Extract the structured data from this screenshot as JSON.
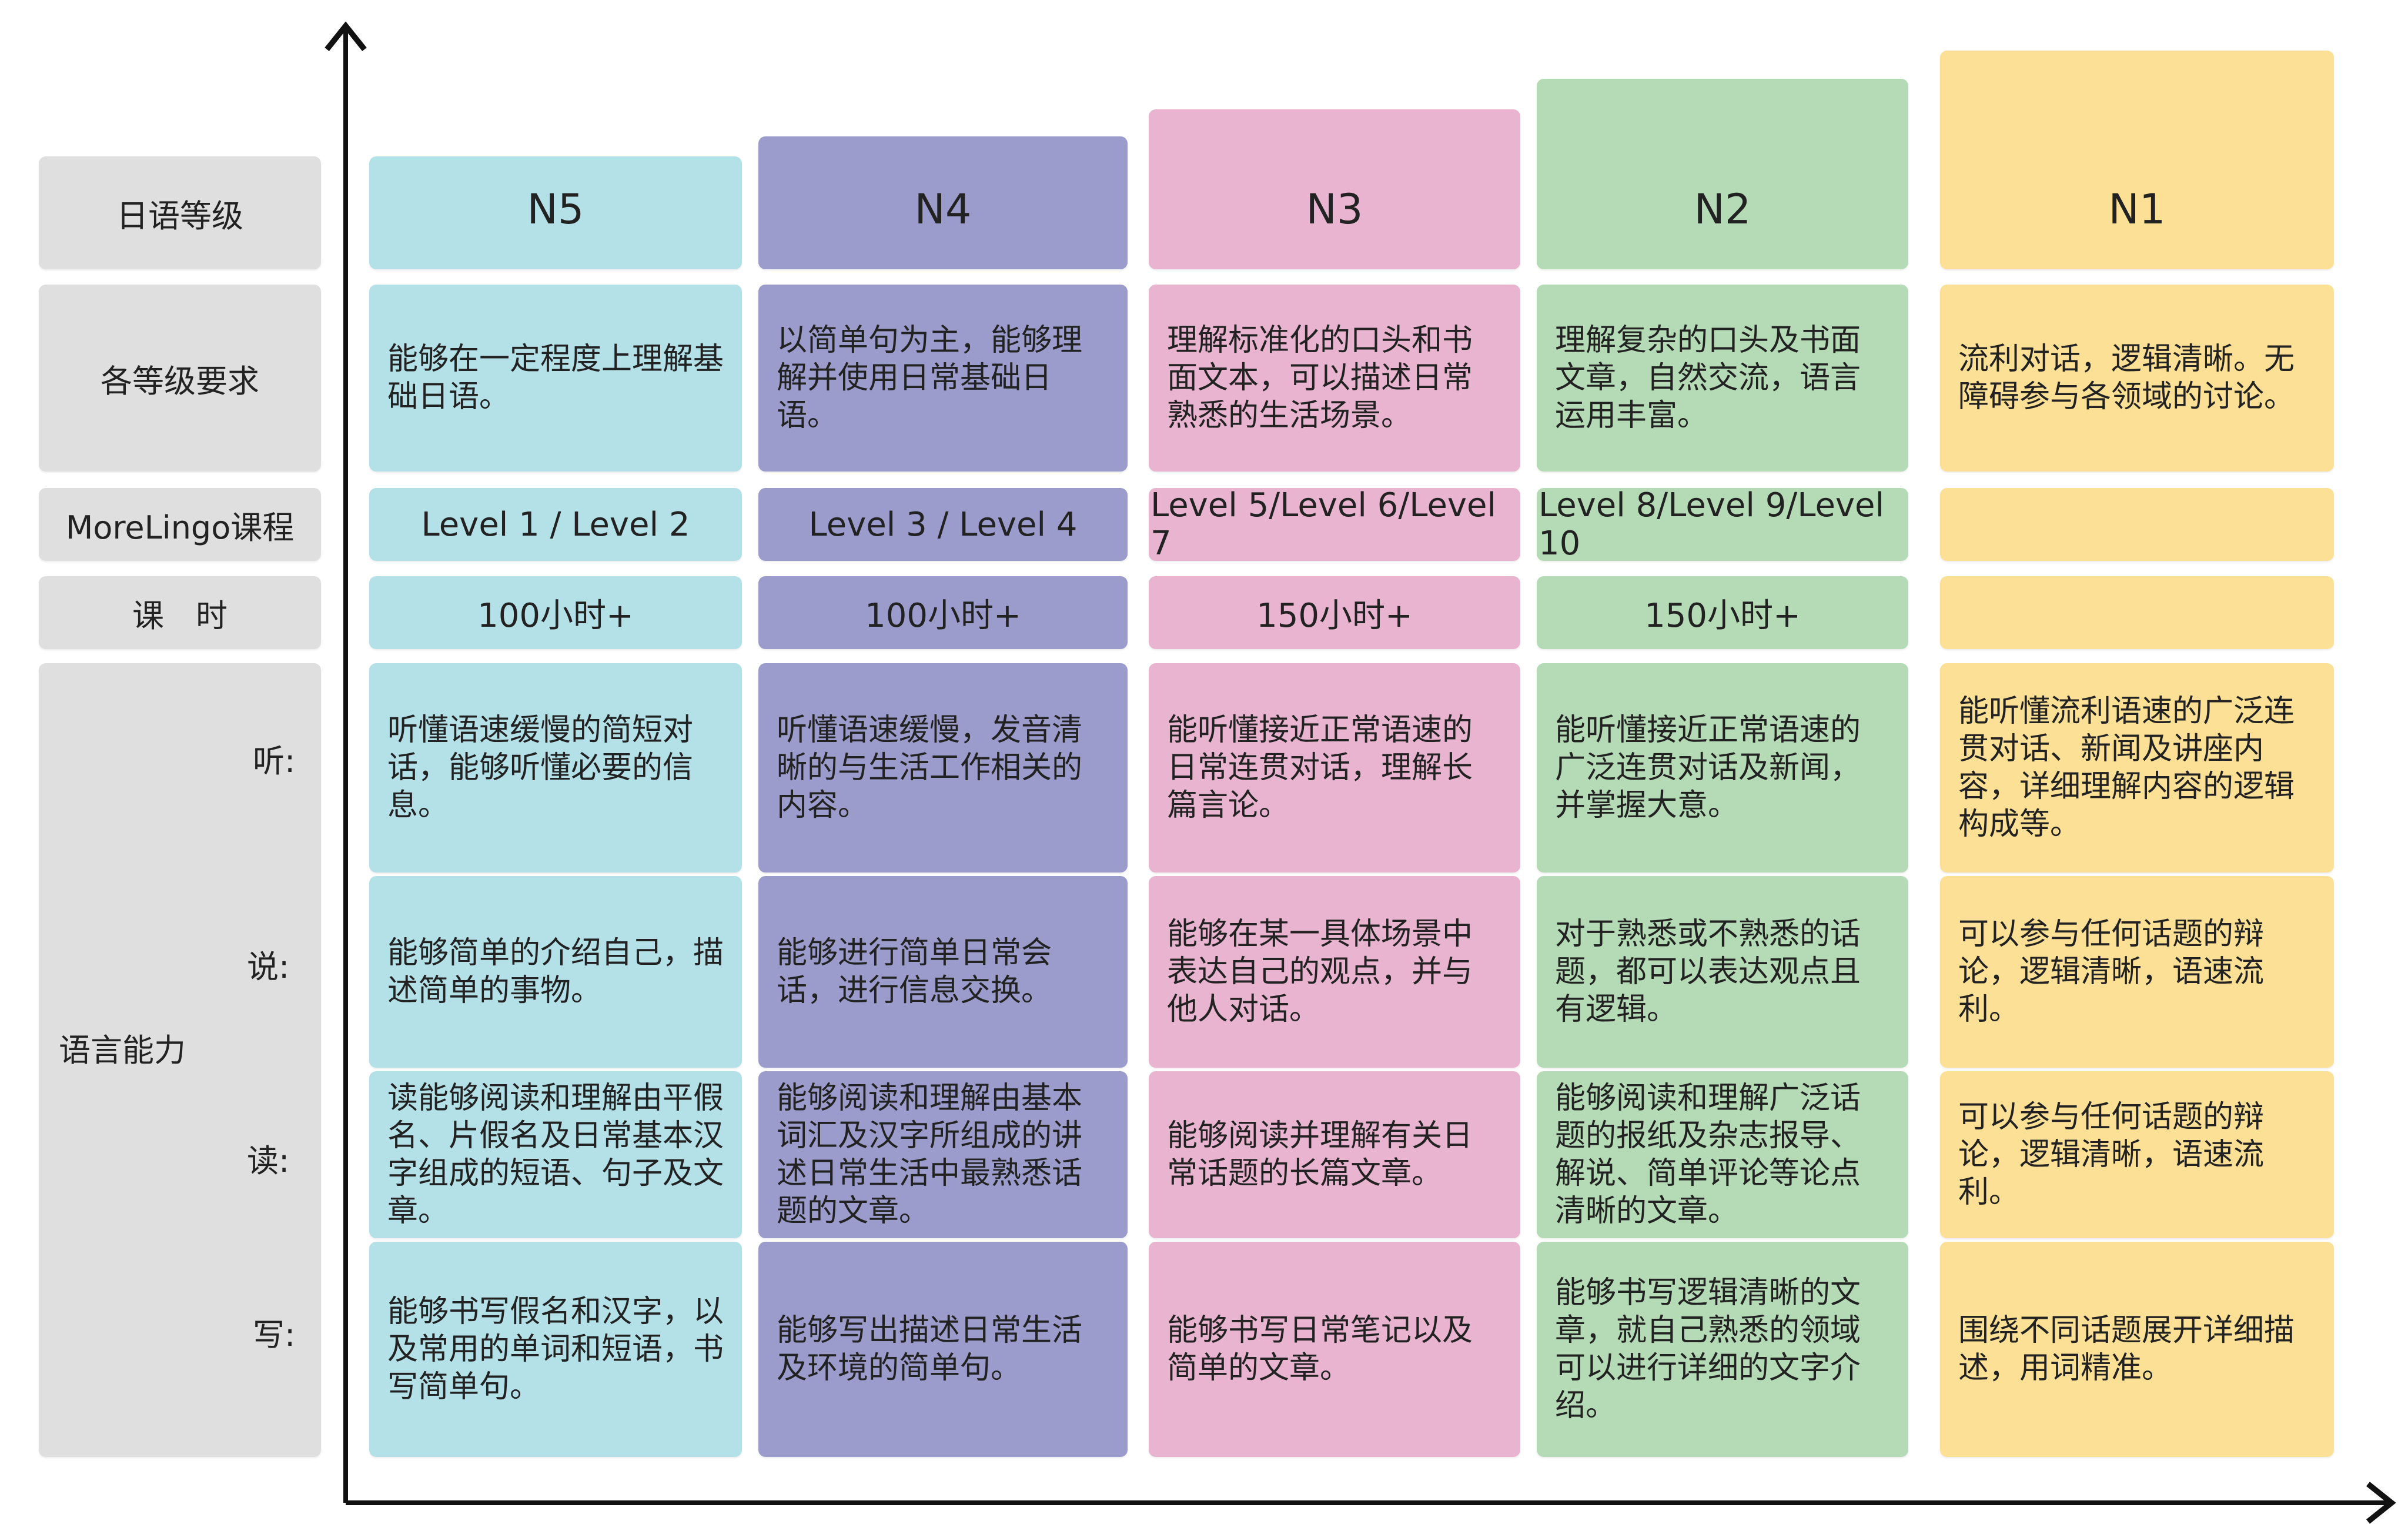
{
  "colors": {
    "N5": "#b4e1e8",
    "N4": "#9b9ccc",
    "N3": "#e8b4cf",
    "N2": "#b4dbb5",
    "N1": "#fce096",
    "label_bg": "#e0dfe0"
  },
  "row_labels": {
    "level": "日语等级",
    "requirement": "各等级要求",
    "course": "MoreLingo课程",
    "hours": "课　时",
    "ability": "语言能力"
  },
  "sub_labels": {
    "listen": "听:",
    "speak": "说:",
    "read": "读:",
    "write": "写:"
  },
  "levels": [
    {
      "name": "N5",
      "requirement": "能够在一定程度上理解基础日语。",
      "course": "Level 1  /  Level 2",
      "hours": "100小时+",
      "listen": "听懂语速缓慢的简短对话，能够听懂必要的信息。",
      "speak": "能够简单的介绍自己，描述简单的事物。",
      "read": "读能够阅读和理解由平假名、片假名及日常基本汉字组成的短语、句子及文章。",
      "write": "能够书写假名和汉字，以及常用的单词和短语，书写简单句。"
    },
    {
      "name": "N4",
      "requirement": "以简单句为主，能够理解并使用日常基础日语。",
      "course": "Level 3  /  Level 4",
      "hours": "100小时+",
      "listen": "听懂语速缓慢，发音清晰的与生活工作相关的内容。",
      "speak": "能够进行简单日常会话，进行信息交换。",
      "read": "能够阅读和理解由基本词汇及汉字所组成的讲述日常生活中最熟悉话题的文章。",
      "write": "能够写出描述日常生活及环境的简单句。"
    },
    {
      "name": "N3",
      "requirement": "理解标准化的口头和书面文本，可以描述日常熟悉的生活场景。",
      "course": "Level 5/Level 6/Level 7",
      "hours": "150小时+",
      "listen": "能听懂接近正常语速的日常连贯对话，理解长篇言论。",
      "speak": "能够在某一具体场景中表达自己的观点，并与他人对话。",
      "read": "能够阅读并理解有关日常话题的长篇文章。",
      "write": "能够书写日常笔记以及简单的文章。"
    },
    {
      "name": "N2",
      "requirement": "理解复杂的口头及书面文章，自然交流，语言运用丰富。",
      "course": "Level 8/Level 9/Level 10",
      "hours": "150小时+",
      "listen": "能听懂接近正常语速的广泛连贯对话及新闻，并掌握大意。",
      "speak": "对于熟悉或不熟悉的话题，都可以表达观点且有逻辑。",
      "read": "能够阅读和理解广泛话题的报纸及杂志报导、解说、简单评论等论点清晰的文章。",
      "write": "能够书写逻辑清晰的文章，就自己熟悉的领域可以进行详细的文字介绍。"
    },
    {
      "name": "N1",
      "requirement": "流利对话，逻辑清晰。无障碍参与各领域的讨论。",
      "course": "",
      "hours": "",
      "listen": "能听懂流利语速的广泛连贯对话、新闻及讲座内容，详细理解内容的逻辑构成等。",
      "speak": "可以参与任何话题的辩论，逻辑清晰，语速流利。",
      "read": "可以参与任何话题的辩论，逻辑清晰，语速流利。",
      "write": "围绕不同话题展开详细描述，用词精准。"
    }
  ]
}
